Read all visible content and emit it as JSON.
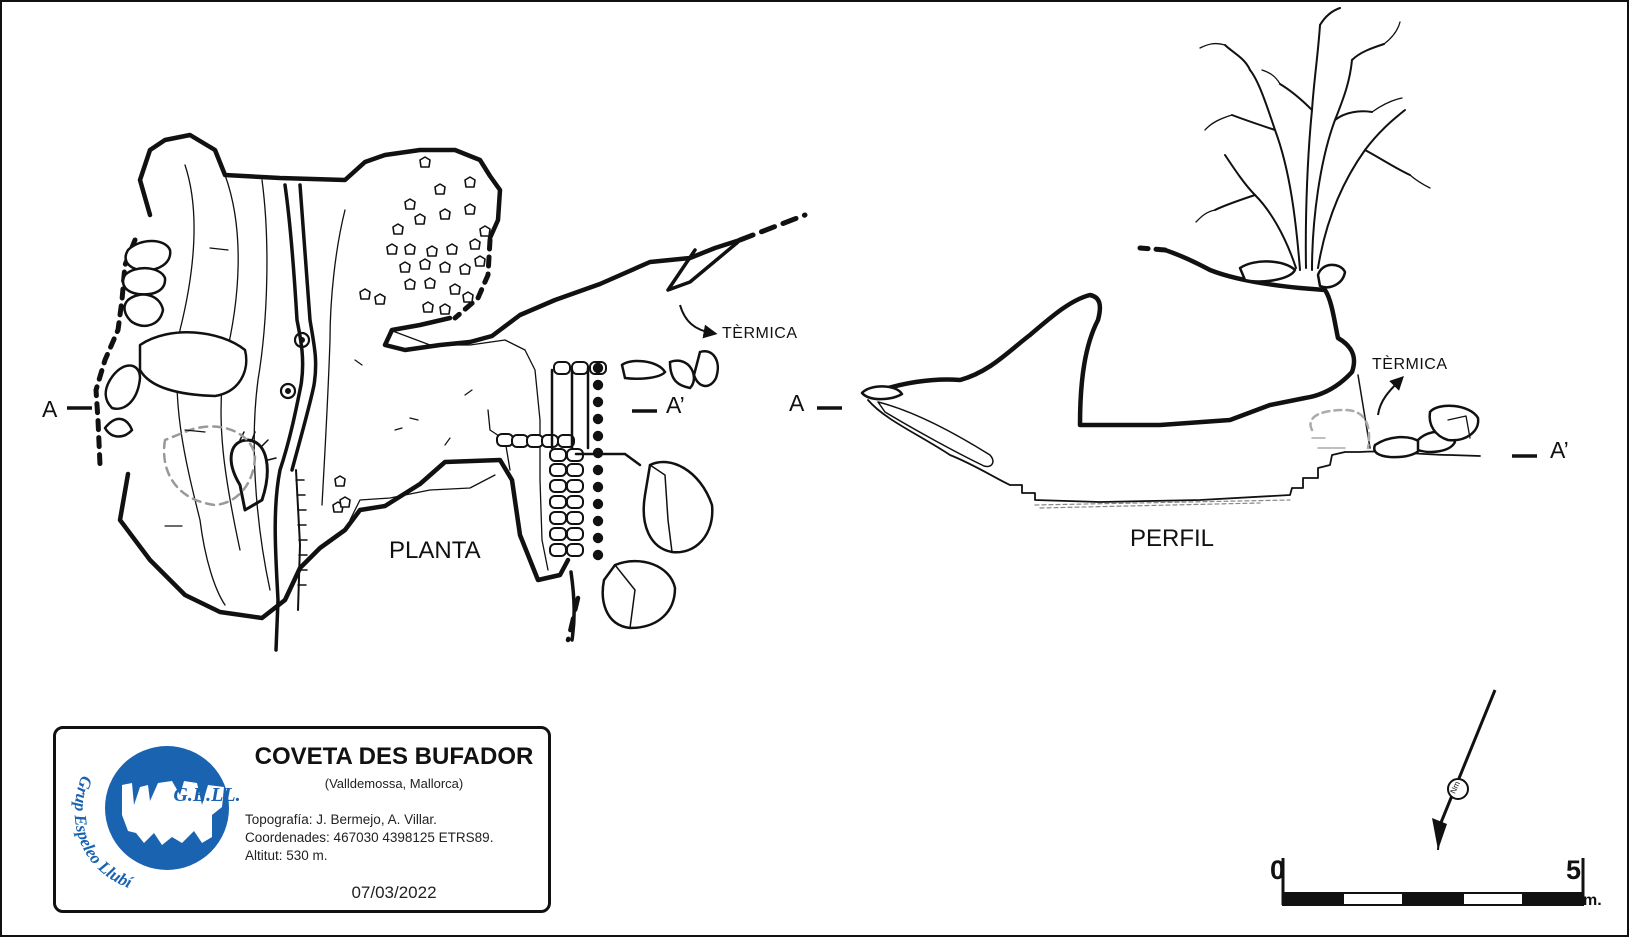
{
  "views": {
    "plan_label": "PLANTA",
    "profile_label": "PERFIL"
  },
  "section": {
    "start": "A",
    "end": "A’"
  },
  "annotations": {
    "thermal_plan": "TÈRMICA",
    "thermal_profile": "TÈRMICA"
  },
  "info": {
    "cave_name": "COVETA DES BUFADOR",
    "location": "(Valldemossa, Mallorca)",
    "surveyors": "Topografía: J. Bermejo, A. Villar.",
    "coordinates": "Coordenades: 467030 4398125 ETRS89.",
    "altitude": "Altitut: 530 m.",
    "date": "07/03/2022"
  },
  "logo": {
    "club_name": "Grup Espeleo Llubí",
    "initials": "G.E.LL.",
    "color": "#1a63b0"
  },
  "north_arrow": {
    "label": "Nm",
    "icon": "north-arrow-icon"
  },
  "scale_bar": {
    "start_label": "0",
    "end_label": "5",
    "unit": "m.",
    "segments": 5
  }
}
